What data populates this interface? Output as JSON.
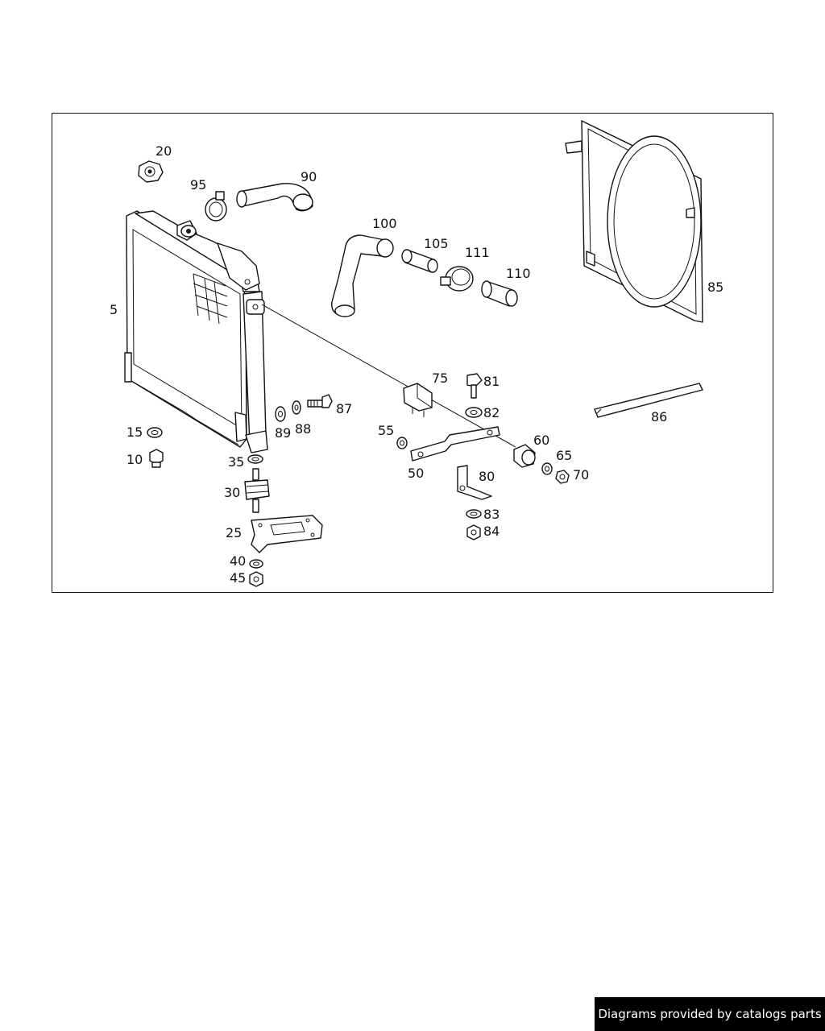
{
  "diagram": {
    "labels": {
      "5": "5",
      "10": "10",
      "15": "15",
      "20": "20",
      "25": "25",
      "30": "30",
      "35": "35",
      "40": "40",
      "45": "45",
      "50": "50",
      "55": "55",
      "60": "60",
      "65": "65",
      "70": "70",
      "75": "75",
      "80": "80",
      "81": "81",
      "82": "82",
      "83": "83",
      "84": "84",
      "85": "85",
      "86": "86",
      "87": "87",
      "88": "88",
      "89": "89",
      "90": "90",
      "95": "95",
      "100": "100",
      "105": "105",
      "110": "110",
      "111": "111"
    }
  },
  "footer": {
    "credit": "Diagrams provided by catalogs parts"
  },
  "colors": {
    "line": "#111111",
    "credit_bg": "#000000",
    "credit_text": "#ffffff"
  }
}
